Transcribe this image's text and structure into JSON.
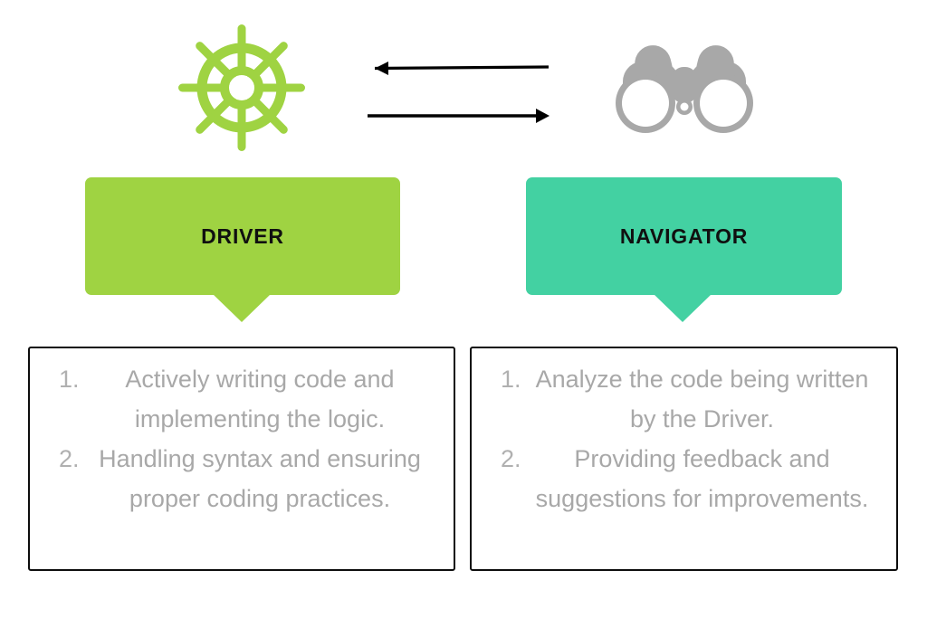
{
  "diagram": {
    "title_roles": [
      "DRIVER",
      "NAVIGATOR"
    ],
    "colors": {
      "driver_green": "#9fd342",
      "navigator_teal": "#43d1a2",
      "icon_gray": "#a8a8a8",
      "text_gray": "#a8a8a8",
      "border_black": "#0d0d0d",
      "background": "#ffffff"
    }
  },
  "icons": {
    "driver_icon": "ship-wheel-icon",
    "navigator_icon": "binoculars-icon"
  },
  "arrows": {
    "top": {
      "name": "arrow-left",
      "direction": "left",
      "label": ""
    },
    "bottom": {
      "name": "arrow-right",
      "direction": "right",
      "label": ""
    }
  },
  "driver": {
    "banner_label": "DRIVER",
    "responsibilities": [
      {
        "number": "1.",
        "text": "Actively writing code and implementing the logic."
      },
      {
        "number": "2.",
        "text": "Handling syntax and ensuring proper coding practices."
      }
    ]
  },
  "navigator": {
    "banner_label": "NAVIGATOR",
    "responsibilities": [
      {
        "number": "1.",
        "text": "Analyze the code being written by the Driver."
      },
      {
        "number": "2.",
        "text": "Providing feedback and suggestions for improvements."
      }
    ]
  }
}
